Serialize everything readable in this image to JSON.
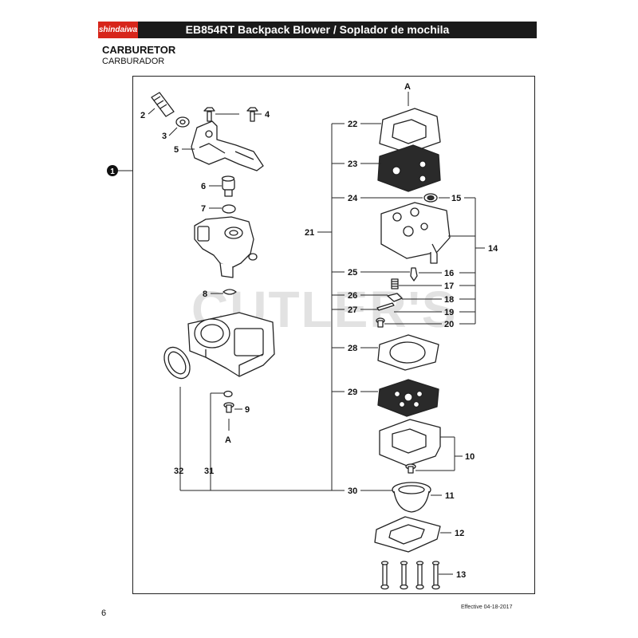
{
  "header": {
    "brand": "shindaiwa",
    "title": "EB854RT Backpack Blower / Soplador de mochila"
  },
  "section": {
    "title": "CARBURETOR",
    "subtitle": "CARBURADOR"
  },
  "watermark": "CUTLER'S",
  "callouts": {
    "c1": "1",
    "c2": "2",
    "c3": "3",
    "c4": "4",
    "c5": "5",
    "c6": "6",
    "c7": "7",
    "c8": "8",
    "c9": "9",
    "c10": "10",
    "c11": "11",
    "c12": "12",
    "c13": "13",
    "c14": "14",
    "c15": "15",
    "c16": "16",
    "c17": "17",
    "c18": "18",
    "c19": "19",
    "c20": "20",
    "c21": "21",
    "c22": "22",
    "c23": "23",
    "c24": "24",
    "c25": "25",
    "c26": "26",
    "c27": "27",
    "c28": "28",
    "c29": "29",
    "c30": "30",
    "c31": "31",
    "c32": "32",
    "refA_top": "A",
    "refA_bottom": "A"
  },
  "footer": {
    "page_number": "6",
    "effective": "Effective 04-18-2017"
  }
}
